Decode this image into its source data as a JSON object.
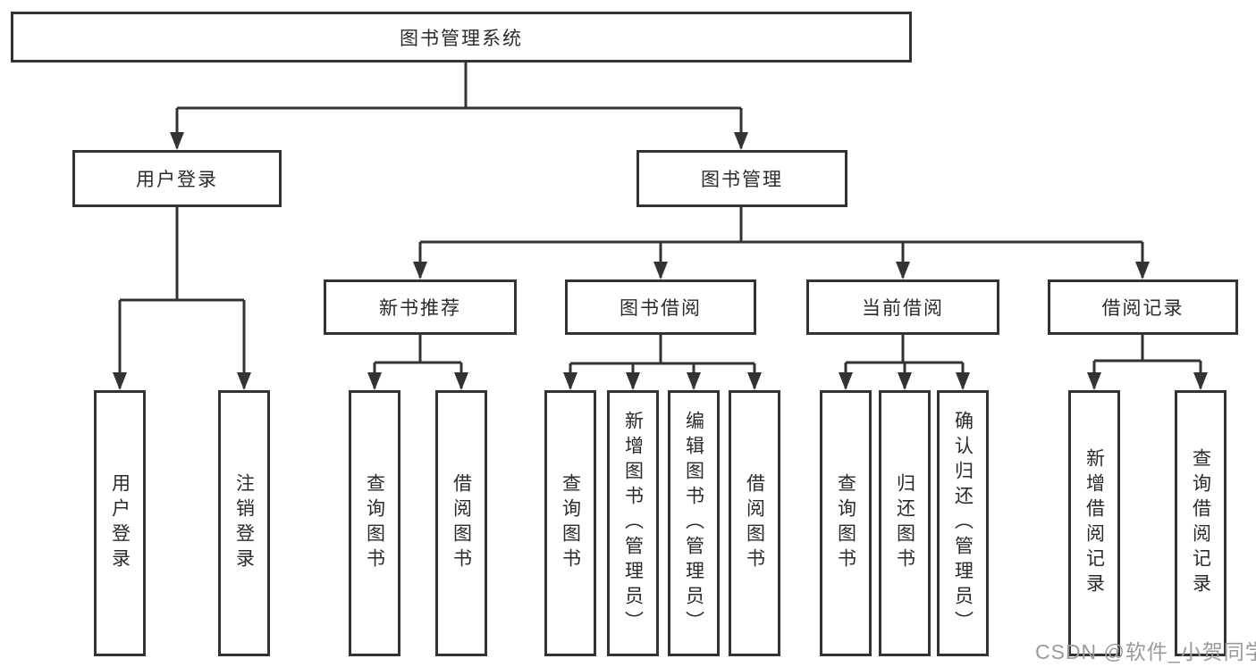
{
  "tree": {
    "root": {
      "label": "图书管理系统",
      "children": [
        {
          "label": "用户登录",
          "children": [
            {
              "label": "用户登录"
            },
            {
              "label": "注销登录"
            }
          ]
        },
        {
          "label": "图书管理",
          "children": [
            {
              "label": "新书推荐",
              "children": [
                {
                  "label": "查询图书"
                },
                {
                  "label": "借阅图书"
                }
              ]
            },
            {
              "label": "图书借阅",
              "children": [
                {
                  "label": "查询图书"
                },
                {
                  "label": "新增图书（管理员）"
                },
                {
                  "label": "编辑图书（管理员）"
                },
                {
                  "label": "借阅图书"
                }
              ]
            },
            {
              "label": "当前借阅",
              "children": [
                {
                  "label": "查询图书"
                },
                {
                  "label": "归还图书"
                },
                {
                  "label": "确认归还（管理员）"
                }
              ]
            },
            {
              "label": "借阅记录",
              "children": [
                {
                  "label": "新增借阅记录"
                },
                {
                  "label": "查询借阅记录"
                }
              ]
            }
          ]
        }
      ]
    }
  },
  "watermark": {
    "text": "CSDN @软件_小贺同学",
    "color": "#9a9a9a"
  },
  "colors": {
    "line": "#333333",
    "box_border": "#333333",
    "background": "#ffffff",
    "text": "#2b2b2b"
  }
}
